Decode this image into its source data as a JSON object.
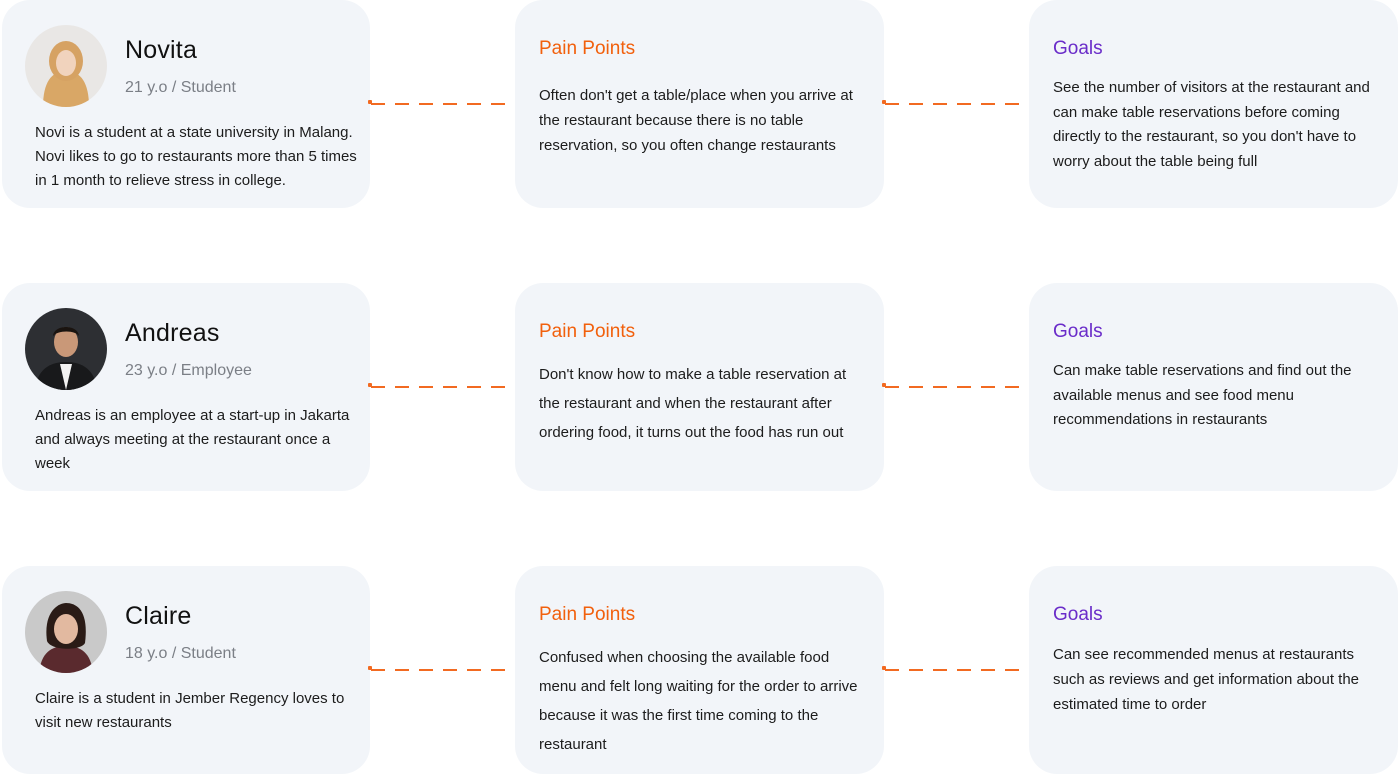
{
  "personas": [
    {
      "name": "Novita",
      "meta": "21 y.o / Student",
      "bio": "Novi is a student at a state university in Malang. Novi likes to go to restaurants more than 5 times in 1 month to relieve stress in college.",
      "pain_title": "Pain Points",
      "pain_text": "Often don't get a table/place when you arrive at the restaurant because there is no table reservation, so you often change restaurants",
      "goal_title": "Goals",
      "goal_text": "See the number of visitors at the restaurant and can make table reservations before coming directly to the restaurant, so you don't have to worry about the table being full"
    },
    {
      "name": "Andreas",
      "meta": "23 y.o / Employee",
      "bio": "Andreas is an employee at a start-up in Jakarta and always meeting at the restaurant once a week",
      "pain_title": "Pain Points",
      "pain_text": "Don't know how to make a table reservation at the restaurant and when the restaurant after ordering food, it turns out the food has run out",
      "goal_title": "Goals",
      "goal_text": "Can make table reservations and find out the available menus and see food menu recommendations in restaurants"
    },
    {
      "name": "Claire",
      "meta": "18 y.o / Student",
      "bio": "Claire is a student in Jember Regency loves to visit new restaurants",
      "pain_title": "Pain Points",
      "pain_text": "Confused when choosing the available food menu and felt long waiting for the order to arrive because it was the first time coming to the restaurant",
      "goal_title": "Goals",
      "goal_text": "Can see recommended menus at restaurants such as reviews and get information about the estimated time to order"
    }
  ],
  "colors": {
    "card_bg": "#f2f5f9",
    "pain_accent": "#f2600c",
    "goal_accent": "#6a2cc9",
    "connector": "#f26a21"
  }
}
